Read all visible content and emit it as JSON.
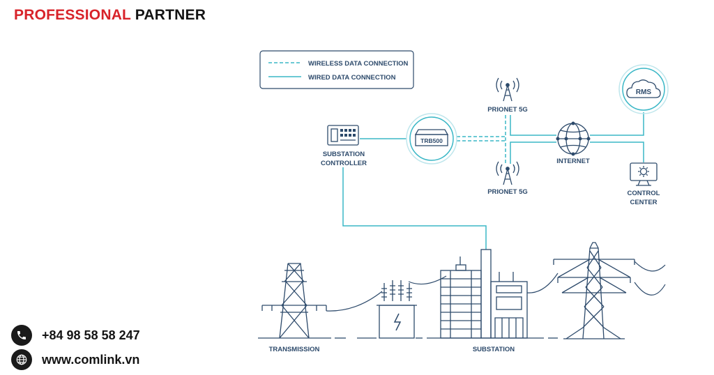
{
  "brand": {
    "part1": "PROFESSIONAL",
    "part2": "PARTNER"
  },
  "contact": {
    "phone": "+84 98 58 58 247",
    "website": "www.comlink.vn"
  },
  "legend": {
    "wireless": "WIRELESS DATA CONNECTION",
    "wired": "WIRED DATA CONNECTION"
  },
  "nodes": {
    "controller_l1": "SUBSTATION",
    "controller_l2": "CONTROLLER",
    "router": "TRB500",
    "prionet_top": "PRIONET 5G",
    "prionet_bottom": "PRIONET 5G",
    "internet": "INTERNET",
    "rms": "RMS",
    "control_l1": "CONTROL",
    "control_l2": "CENTER",
    "transmission": "TRANSMISSION",
    "substation": "SUBSTATION"
  },
  "colors": {
    "brand_red": "#d8232a",
    "line": "#3ab7c6",
    "stroke": "#2d4a6b",
    "text": "#141414"
  },
  "icons": [
    "phone-icon",
    "globe-icon",
    "tower-icon",
    "cloud-icon",
    "monitor-gear-icon",
    "globe-network-icon",
    "router-icon",
    "controller-icon",
    "antenna-icon"
  ]
}
